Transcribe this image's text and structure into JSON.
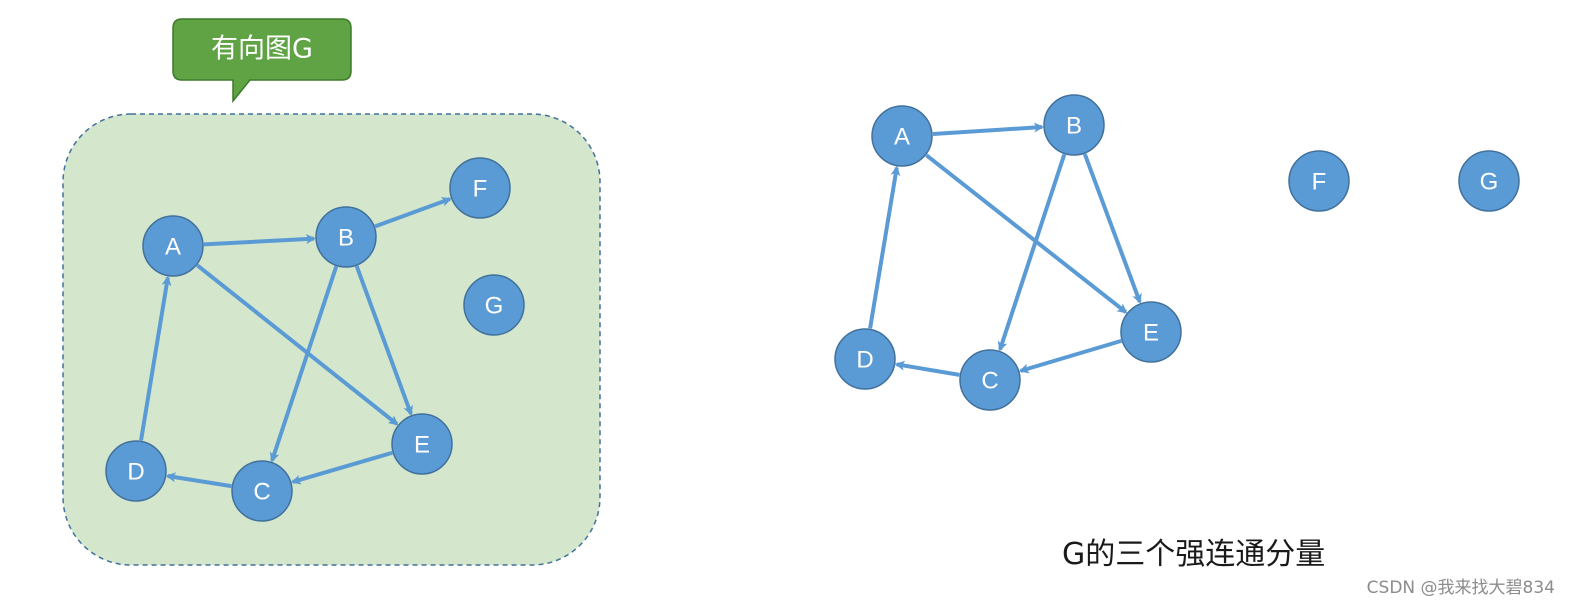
{
  "callout": {
    "label": "有向图G"
  },
  "left_graph": {
    "nodes": [
      {
        "id": "A",
        "label": "A"
      },
      {
        "id": "B",
        "label": "B"
      },
      {
        "id": "F",
        "label": "F"
      },
      {
        "id": "G",
        "label": "G"
      },
      {
        "id": "E",
        "label": "E"
      },
      {
        "id": "D",
        "label": "D"
      },
      {
        "id": "C",
        "label": "C"
      }
    ],
    "edges": [
      {
        "from": "A",
        "to": "B"
      },
      {
        "from": "B",
        "to": "F"
      },
      {
        "from": "A",
        "to": "E"
      },
      {
        "from": "B",
        "to": "C"
      },
      {
        "from": "B",
        "to": "E"
      },
      {
        "from": "E",
        "to": "C"
      },
      {
        "from": "C",
        "to": "D"
      },
      {
        "from": "D",
        "to": "A"
      }
    ]
  },
  "right_graph": {
    "nodes": [
      {
        "id": "A",
        "label": "A"
      },
      {
        "id": "B",
        "label": "B"
      },
      {
        "id": "F",
        "label": "F"
      },
      {
        "id": "G",
        "label": "G"
      },
      {
        "id": "E",
        "label": "E"
      },
      {
        "id": "D",
        "label": "D"
      },
      {
        "id": "C",
        "label": "C"
      }
    ],
    "edges": [
      {
        "from": "A",
        "to": "B"
      },
      {
        "from": "A",
        "to": "E"
      },
      {
        "from": "B",
        "to": "C"
      },
      {
        "from": "B",
        "to": "E"
      },
      {
        "from": "E",
        "to": "C"
      },
      {
        "from": "C",
        "to": "D"
      },
      {
        "from": "D",
        "to": "A"
      }
    ]
  },
  "caption": "G的三个强连通分量",
  "watermark": "CSDN @我来找大碧834",
  "colors": {
    "node_fill": "#5b9bd5",
    "node_stroke": "#41719c",
    "edge": "#5b9bd5",
    "panel_fill": "#d4e7cc",
    "panel_border": "#41719c",
    "callout_fill": "#5fa345",
    "callout_stroke": "#3d7a2a"
  }
}
